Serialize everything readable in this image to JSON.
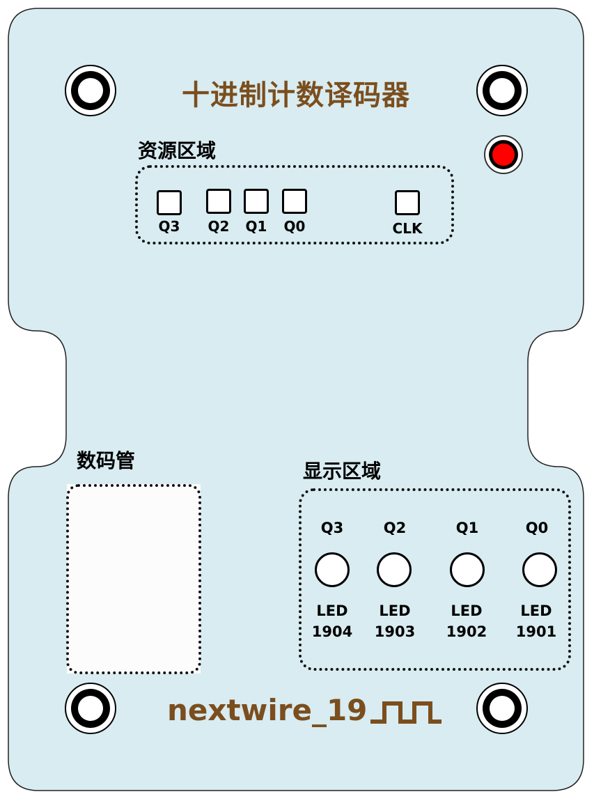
{
  "title": "十进制计数译码器",
  "resource_area": {
    "heading": "资源区域",
    "pads": [
      {
        "label": "Q3"
      },
      {
        "label": "Q2"
      },
      {
        "label": "Q1"
      },
      {
        "label": "Q0"
      },
      {
        "label": "CLK"
      }
    ]
  },
  "seven_segment": {
    "heading": "数码管"
  },
  "display_area": {
    "heading": "显示区域",
    "leds": [
      {
        "signal": "Q3",
        "type": "LED",
        "id": "1904"
      },
      {
        "signal": "Q2",
        "type": "LED",
        "id": "1903"
      },
      {
        "signal": "Q1",
        "type": "LED",
        "id": "1902"
      },
      {
        "signal": "Q0",
        "type": "LED",
        "id": "1901"
      }
    ]
  },
  "brand": "nextwire_19",
  "colors": {
    "board": "#d8ecf1",
    "accent_brown": "#7b4e1e",
    "indicator_red": "#ff0000"
  }
}
